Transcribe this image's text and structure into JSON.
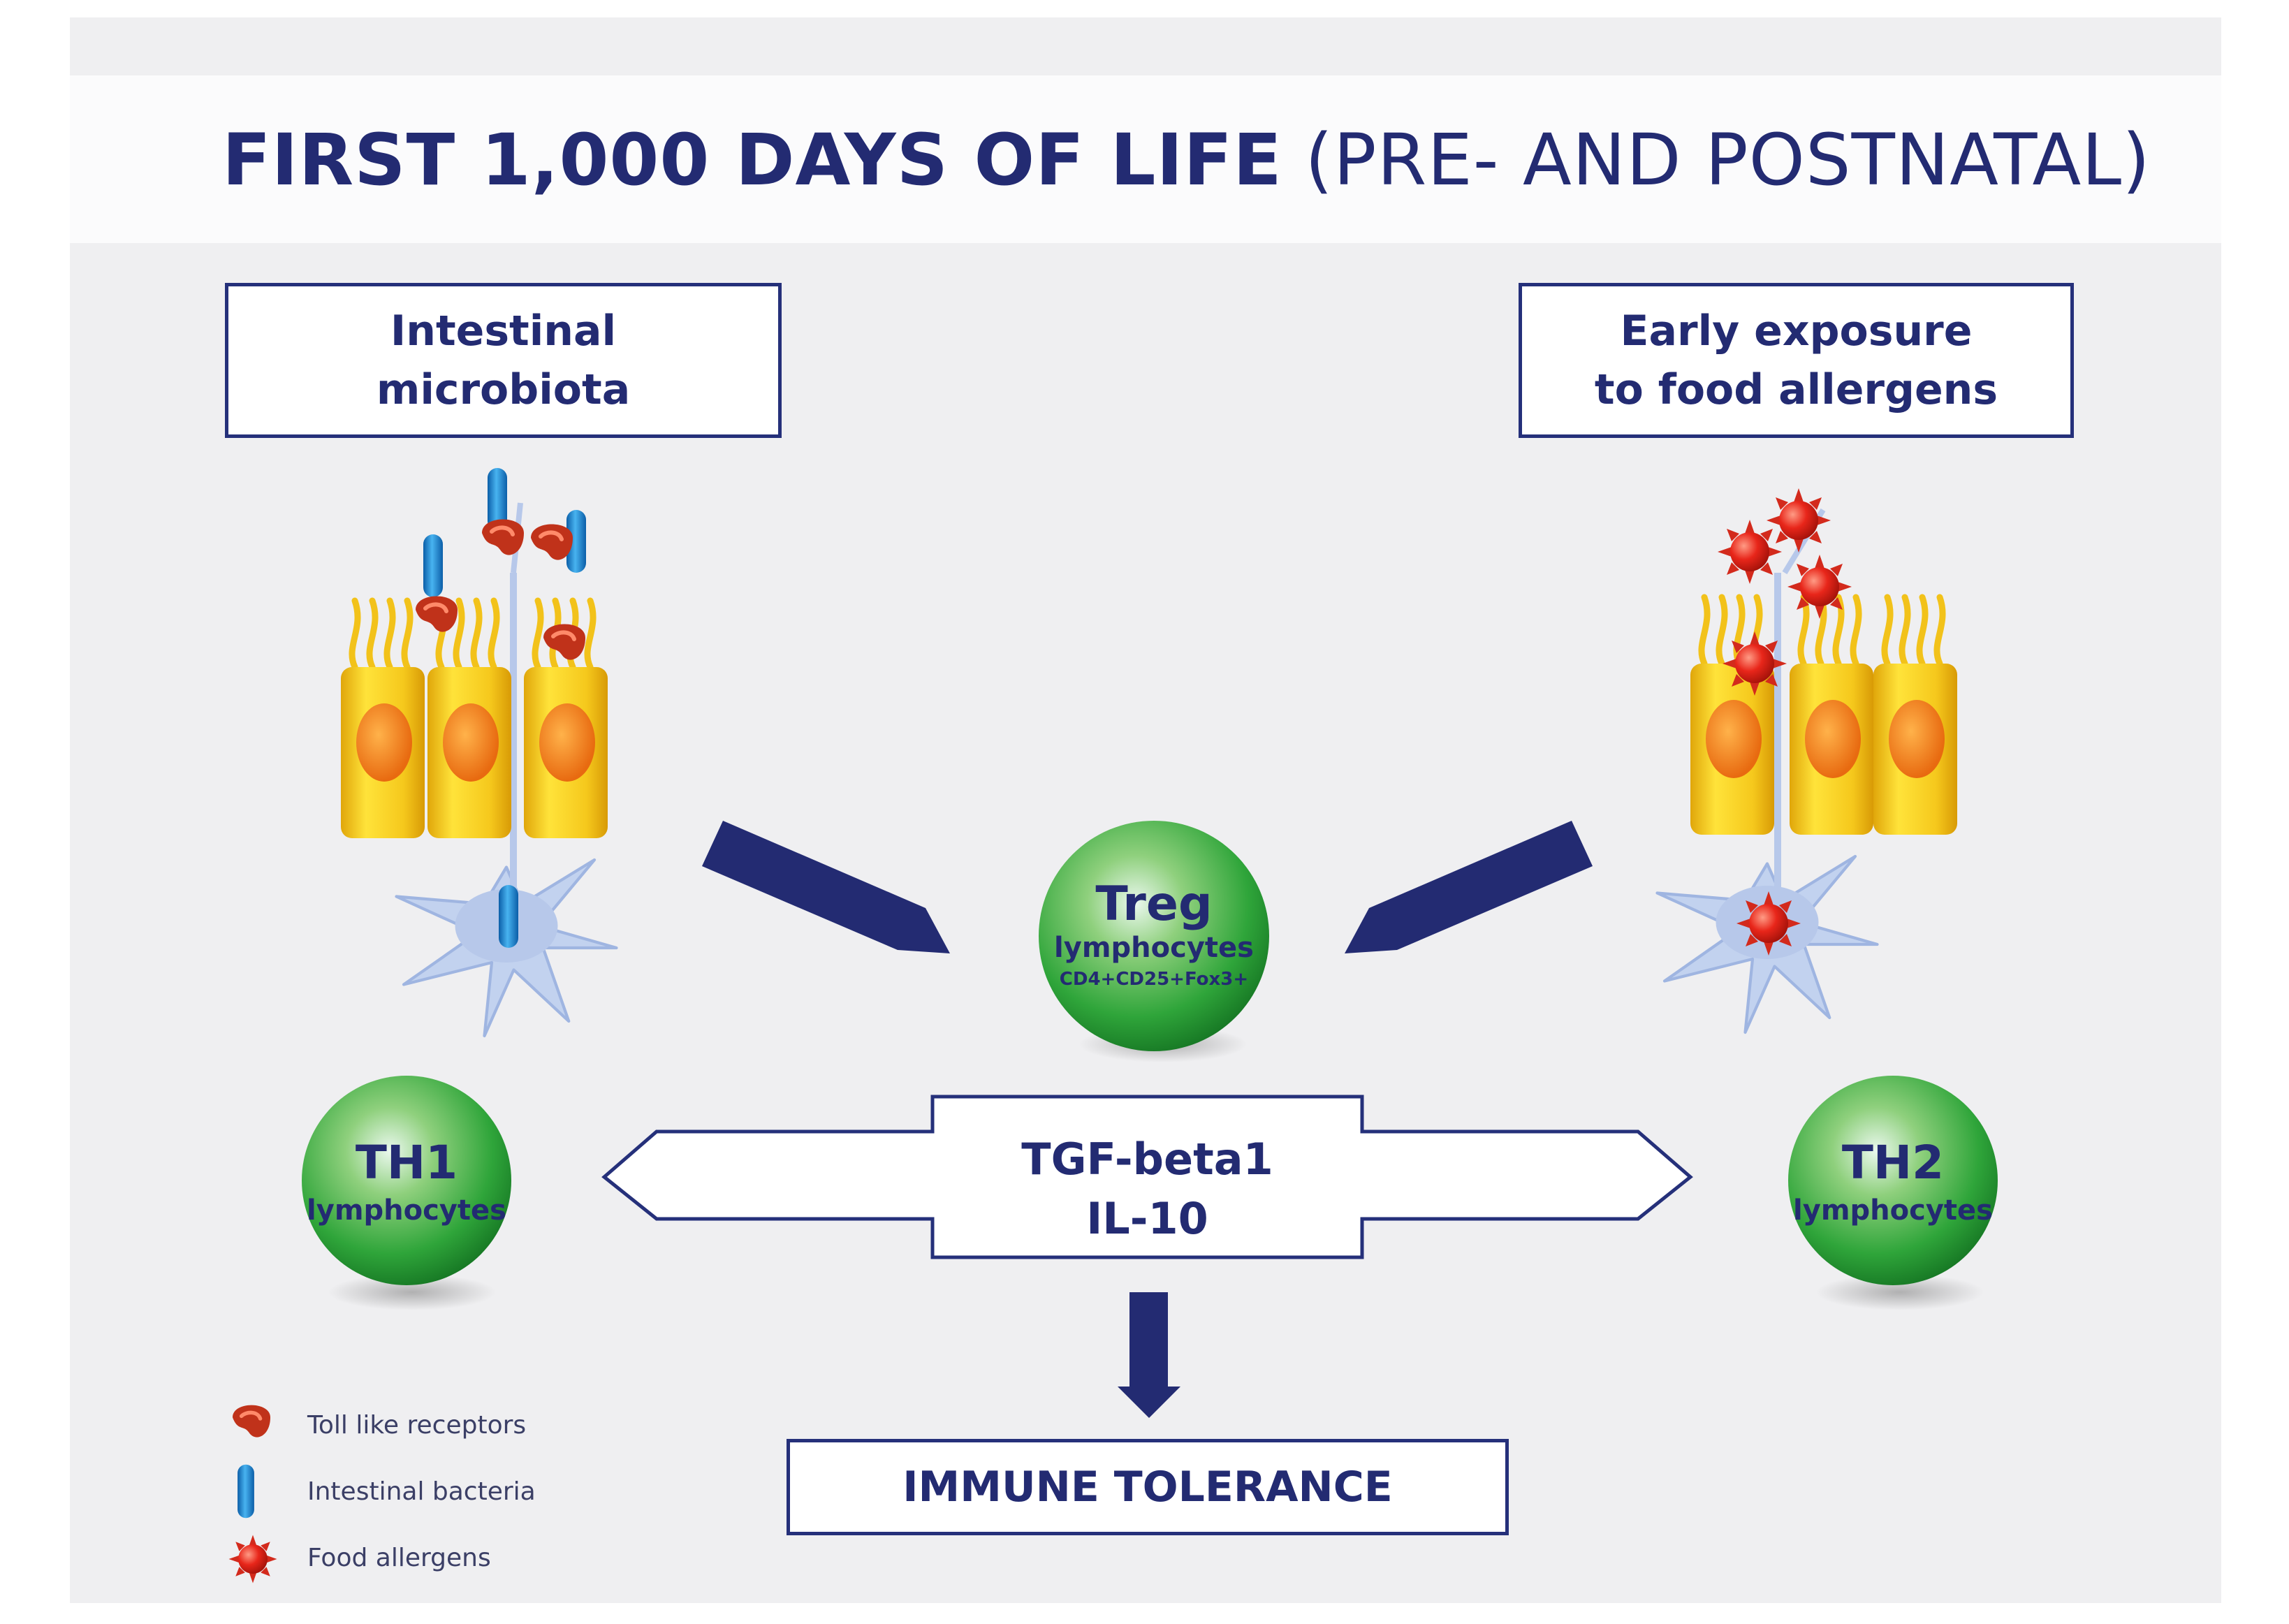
{
  "title": {
    "main": "FIRST 1,000 DAYS OF LIFE",
    "sub": "(PRE- AND POSTNATAL)"
  },
  "boxes": {
    "microbiota": "Intestinal\nmicrobiota",
    "allergens": "Early exposure\nto food allergens",
    "cytokines_line1": "TGF-beta1",
    "cytokines_line2": "IL-10",
    "tolerance": "IMMUNE TOLERANCE"
  },
  "cells": {
    "treg": {
      "name": "Treg",
      "sub": "lymphocytes",
      "markers": "CD4+CD25+Fox3+"
    },
    "th1": {
      "name": "TH1",
      "sub": "lymphocytes"
    },
    "th2": {
      "name": "TH2",
      "sub": "lymphocytes"
    }
  },
  "legend": [
    {
      "icon": "toll-like-receptor-icon",
      "label": "Toll like receptors"
    },
    {
      "icon": "intestinal-bacteria-icon",
      "label": "Intestinal bacteria"
    },
    {
      "icon": "food-allergen-icon",
      "label": "Food allergens"
    }
  ],
  "colors": {
    "navy": "#232b72",
    "green": "#2fa53a",
    "epithelium": "#f2c21a",
    "nucleus": "#f07a16",
    "dendritic_cell": "#b7c8ea",
    "bacteria": "#1f7fd0",
    "receptor": "#c0321a",
    "allergen": "#e8261a"
  }
}
